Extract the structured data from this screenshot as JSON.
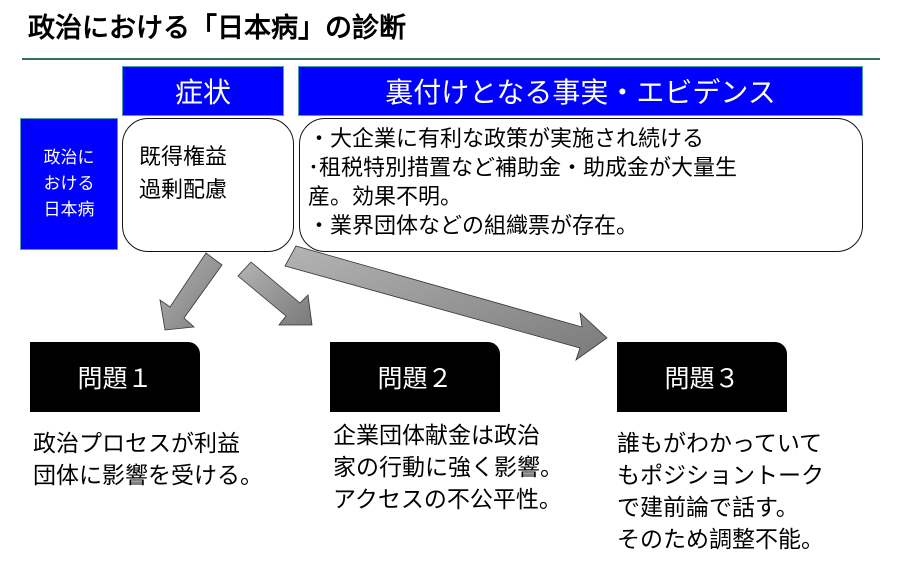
{
  "title": "政治における「日本病」の診断",
  "headers": {
    "symptom": "症状",
    "evidence": "裏付けとなる事実・エビデンス"
  },
  "row_label": [
    "政治に",
    "おける",
    "日本病"
  ],
  "symptom_lines": [
    "既得権益",
    "過剰配慮"
  ],
  "evidence_lines": [
    "・大企業に有利な政策が実施され続ける",
    "･租税特別措置など補助金・助成金が大量生",
    "産。効果不明。",
    "・業界団体などの組織票が存在。"
  ],
  "problems": [
    {
      "label": "問題１",
      "lines": [
        "政治プロセスが利益",
        "団体に影響を受ける。"
      ]
    },
    {
      "label": "問題２",
      "lines": [
        "企業団体献金は政治",
        "家の行動に強く影響。",
        "アクセスの不公平性。"
      ]
    },
    {
      "label": "問題３",
      "lines": [
        "誰もがわかっていて",
        "もポジショントーク",
        "で建前論で話す。",
        "そのため調整不能。"
      ]
    }
  ],
  "colors": {
    "header_blue": "#0000ff",
    "rule": "#2f6f66",
    "arrow_gray": "#8a8a8a",
    "problem_black": "#000000"
  }
}
